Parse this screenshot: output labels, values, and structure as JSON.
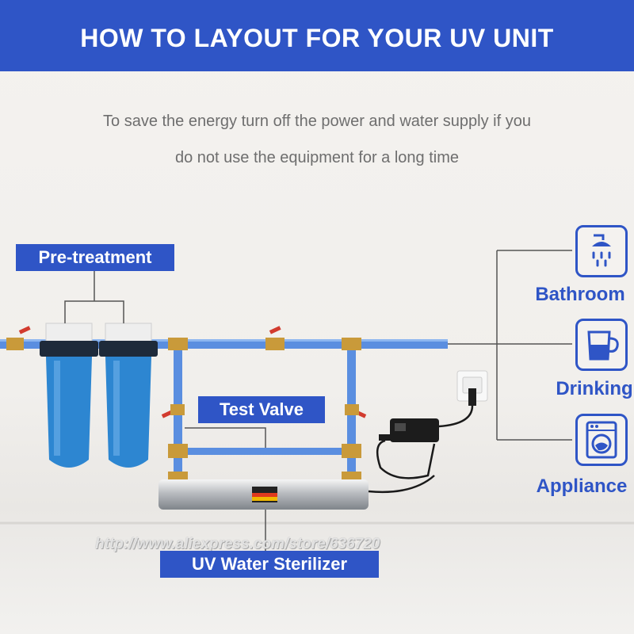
{
  "header": {
    "title": "HOW TO LAYOUT FOR YOUR UV UNIT"
  },
  "subtitle": {
    "line1": "To save the energy turn off the power and water supply if you",
    "line2": "do not use the equipment for a long time"
  },
  "labels": {
    "pretreatment": "Pre-treatment",
    "test_valve": "Test Valve",
    "uv_sterilizer": "UV Water Sterilizer"
  },
  "destinations": [
    {
      "label": "Bathroom",
      "icon": "shower-icon"
    },
    {
      "label": "Drinking",
      "icon": "cup-icon"
    },
    {
      "label": "Appliance",
      "icon": "washing-machine-icon"
    }
  ],
  "watermark": "http://www.aliexpress.com/store/636720",
  "colors": {
    "accent": "#2f55c6",
    "pipe": "#5a8ee0",
    "housing": "#2d86d1"
  }
}
